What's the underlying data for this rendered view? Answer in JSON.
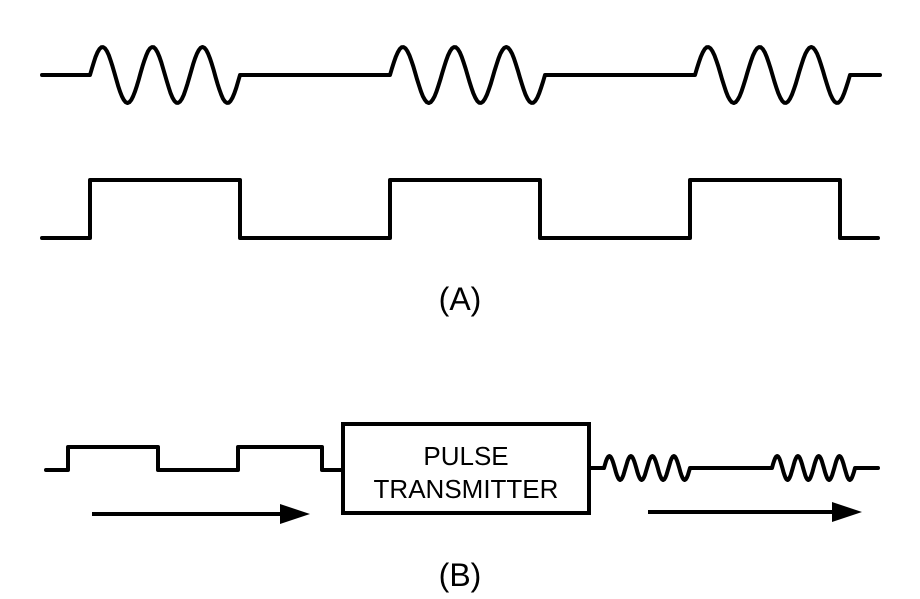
{
  "part_a": {
    "label": "(A)"
  },
  "part_b": {
    "label": "(B)",
    "box_line1": "PULSE",
    "box_line2": "TRANSMITTER"
  }
}
